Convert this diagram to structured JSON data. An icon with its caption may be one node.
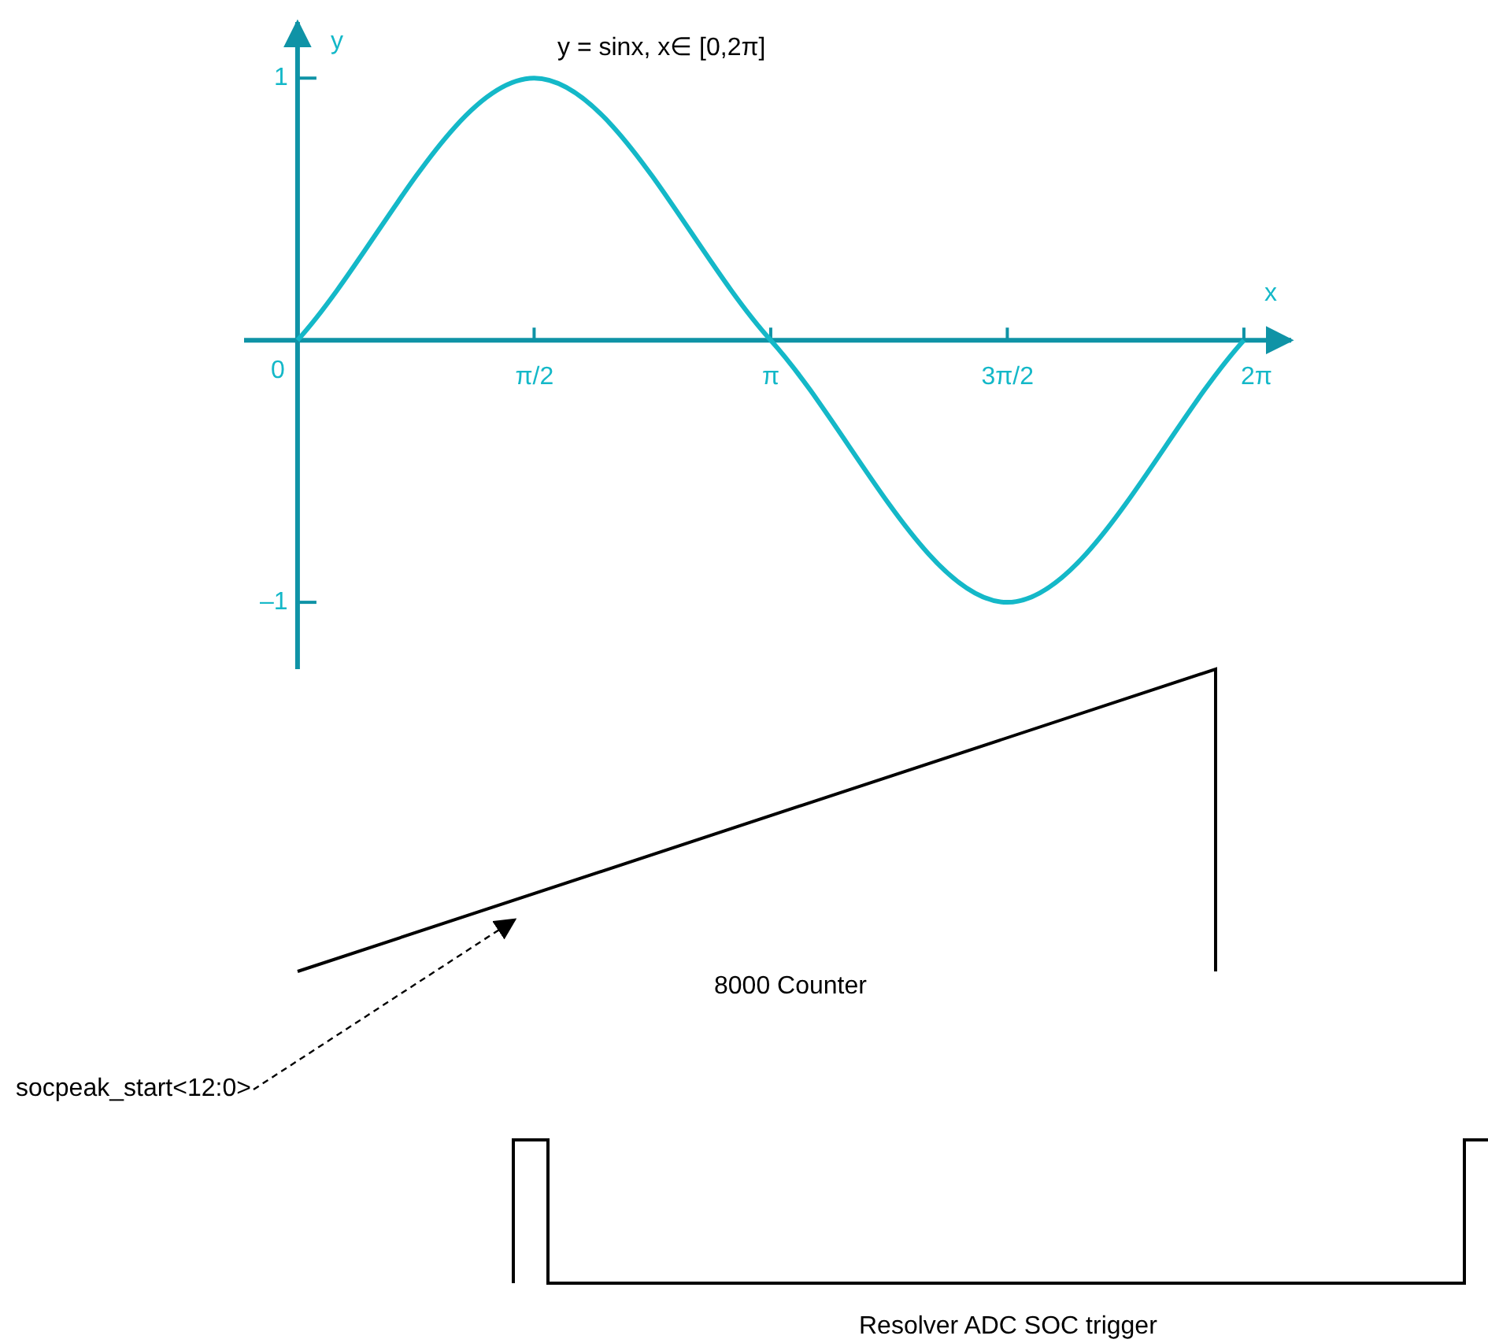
{
  "diagram": {
    "nodes": [
      {
        "text": [
          "socpeak_start<12:0>"
        ]
      },
      {
        "text": [],
        "shape": "line",
        "beside": [
          "8000 Counter"
        ]
      }
    ],
    "edges": [
      {
        "from": 0,
        "to": 1,
        "arrow": "to",
        "style": "dashed"
      }
    ],
    "labels": [
      "Resolver ADC SOC trigger"
    ],
    "chart_data": {
      "type": "line",
      "title": "y = sinx, x∈ [0,2π]",
      "xlabel": "x",
      "ylabel": "y",
      "x": [
        0,
        1.5708,
        3.1416,
        4.7124,
        6.2832
      ],
      "series": [
        {
          "color": "#14b8c8",
          "values": [
            0,
            1,
            0,
            -1,
            0
          ]
        }
      ],
      "xlim": [
        -0.355,
        6.618
      ],
      "ylim": [
        -1.255,
        1.226
      ],
      "xticks": [
        {
          "value": 0,
          "label": "0"
        },
        {
          "value": 1.5708,
          "label": "π/2"
        },
        {
          "value": 3.1416,
          "label": "π"
        },
        {
          "value": 4.7124,
          "label": "3π/2"
        },
        {
          "value": 6.2832,
          "label": "2π"
        }
      ],
      "yticks": [
        {
          "value": 1,
          "label": "1"
        },
        {
          "value": -1,
          "label": "–1"
        }
      ]
    }
  }
}
